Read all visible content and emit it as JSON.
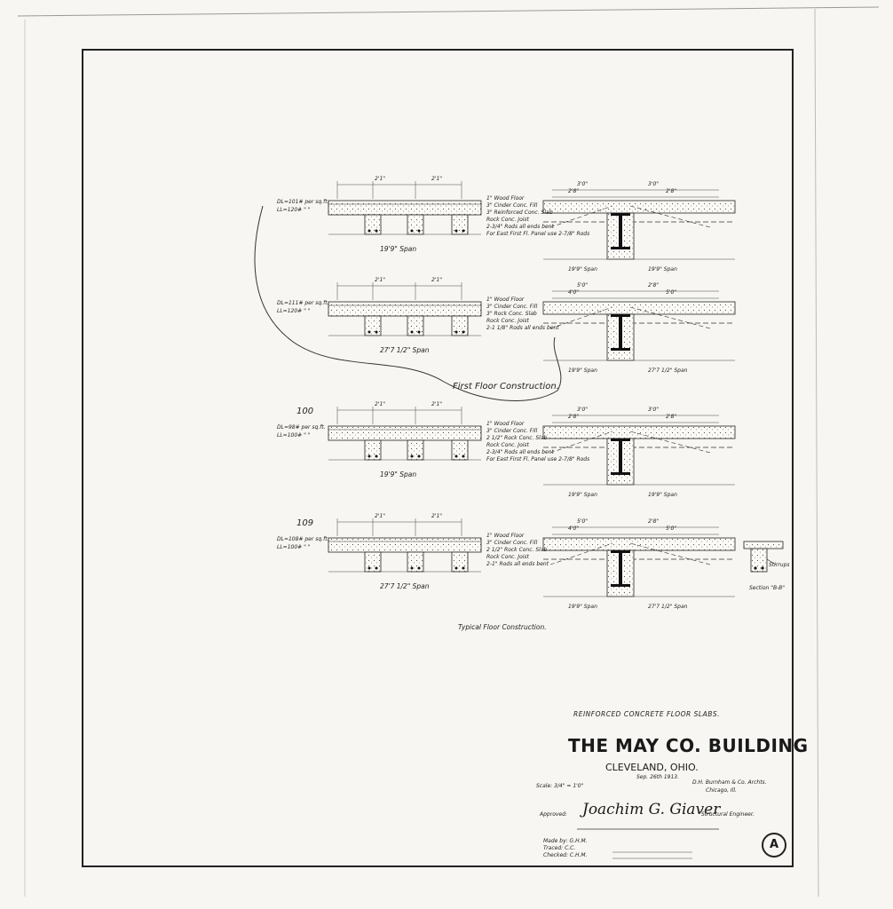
{
  "slab_panels": [
    {
      "dead_load": "DL=101# per sq.ft.",
      "live_load": "LL=120# \"  \"",
      "notes": [
        "1\" Wood Floor",
        "3\" Cinder Conc. Fill",
        "3\" Reinforced Conc. Slab",
        "Rock Conc. Joist",
        "2-3/4\" Rods all ends bent",
        "For East First Fl. Panel use 2-7/8\" Rods"
      ],
      "joist_span": "19'9\" Span",
      "beam_spans": [
        "19'9\" Span",
        "19'9\" Span"
      ],
      "beam_dims": [
        "3'0\"",
        "3'0\"",
        "2'8\"",
        "2'8\""
      ]
    },
    {
      "dead_load": "DL=111# per sq.ft.",
      "live_load": "LL=120# \"  \"",
      "notes": [
        "1\" Wood Floor",
        "3\" Cinder Conc. Fill",
        "3\" Rock Conc. Slab",
        "Rock Conc. Joist",
        "2-1 1/8\" Rods all ends bent"
      ],
      "joist_span": "27'7 1/2\" Span",
      "beam_spans": [
        "19'9\" Span",
        "27'7 1/2\" Span"
      ],
      "beam_dims": [
        "5'0\"",
        "2'8\"",
        "4'0\"",
        "5'0\""
      ]
    },
    {
      "handwritten_load": "100",
      "dead_load": "DL=98# per sq.ft.",
      "live_load": "LL=100# \"  \"",
      "notes": [
        "1\" Wood Floor",
        "3\" Cinder Conc. Fill",
        "2 1/2\" Rock Conc. Slab",
        "Rock Conc. Joist",
        "2-3/4\" Rods all ends bent",
        "For East First Fl. Panel use 2-7/8\" Rods"
      ],
      "joist_span": "19'9\" Span",
      "beam_spans": [
        "19'9\" Span",
        "19'9\" Span"
      ],
      "beam_dims": [
        "3'0\"",
        "3'0\"",
        "2'8\"",
        "2'8\""
      ]
    },
    {
      "handwritten_load": "109",
      "dead_load": "DL=108# per sq.ft.",
      "live_load": "LL=100# \"  \"",
      "notes": [
        "1\" Wood Floor",
        "3\" Cinder Conc. Fill",
        "2 1/2\" Rock Conc. Slab",
        "Rock Conc. Joist",
        "2-1\" Rods all ends bent"
      ],
      "joist_span": "27'7 1/2\" Span",
      "beam_spans": [
        "19'9\" Span",
        "27'7 1/2\" Span"
      ],
      "beam_dims": [
        "5'0\"",
        "2'8\"",
        "4'0\"",
        "5'0\""
      ]
    }
  ],
  "joist_dims": [
    "2'1\"",
    "2'1\""
  ],
  "stirrups_label": "Stirrups",
  "section_label": "Section \"B-B\"",
  "group_labels": {
    "first_floor": "First Floor Construction.",
    "typical_floor": "Typical Floor Construction."
  },
  "title_block": {
    "drawing_title": "REINFORCED CONCRETE FLOOR SLABS.",
    "building": "THE MAY CO. BUILDING",
    "city": "CLEVELAND, OHIO.",
    "date": "Sep. 26th 1913.",
    "scale": "Scale: 3/4\" = 1'0\"",
    "architect": "D.H. Burnham & Co. Archts.",
    "architect_city": "Chicago, Ill.",
    "approved_label": "Approved:",
    "signature": "Joachim G. Giaver",
    "engineer_title": "Structural Engineer.",
    "made_by": "Made by: G.H.M.",
    "traced": "Traced: C.C.",
    "checked": "Checked: C.H.M.",
    "sheet_mark": "A"
  }
}
